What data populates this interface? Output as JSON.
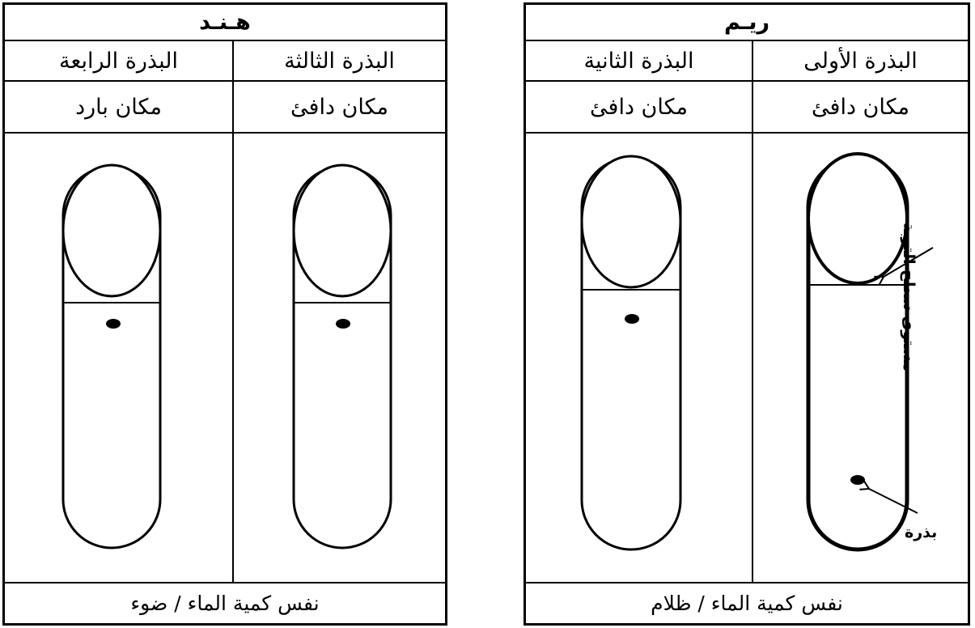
{
  "panels": {
    "hind": {
      "name": "هـنـد",
      "columns": [
        {
          "seed": "البذرة الثالثة",
          "place": "مكان دافئ"
        },
        {
          "seed": "البذرة الرابعة",
          "place": "مكان بارد"
        }
      ],
      "condition": "نفس كمية الماء / ضوء"
    },
    "reem": {
      "name": "ريـم",
      "columns": [
        {
          "seed": "البذرة الأولى",
          "place": "مكان دافئ"
        },
        {
          "seed": "البذرة الثانية",
          "place": "مكان دافئ"
        }
      ],
      "condition": "نفس كمية الماء / ظلام"
    }
  },
  "annotations": {
    "soil_surface": "مستوى سطح التربة",
    "seed": "بذرة"
  }
}
